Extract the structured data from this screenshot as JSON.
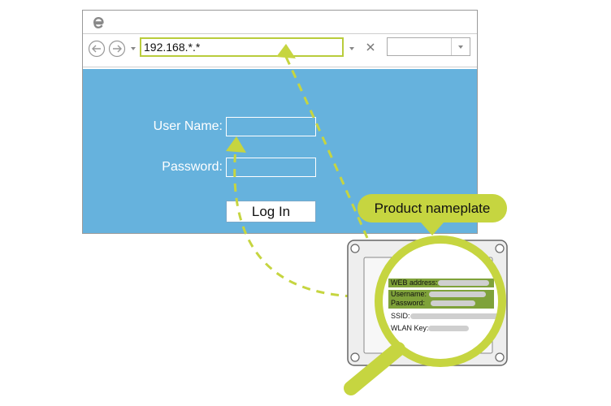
{
  "browser": {
    "logo_icon": "internet-explorer-icon",
    "back_icon": "back-arrow-icon",
    "forward_icon": "forward-arrow-icon",
    "address": "192.168.*.*"
  },
  "login": {
    "username_label": "User Name:",
    "password_label": "Password:",
    "login_button": "Log In"
  },
  "callout": {
    "label": "Product nameplate"
  },
  "nameplate": {
    "web_address": "WEB address:",
    "username": "Username:",
    "password": "Password:",
    "ssid": "SSID:",
    "wlan_key": "WLAN Key:"
  },
  "colors": {
    "accent_green": "#b9cc3c",
    "dark_green": "#7fa23a",
    "page_blue": "#66b2dd"
  }
}
